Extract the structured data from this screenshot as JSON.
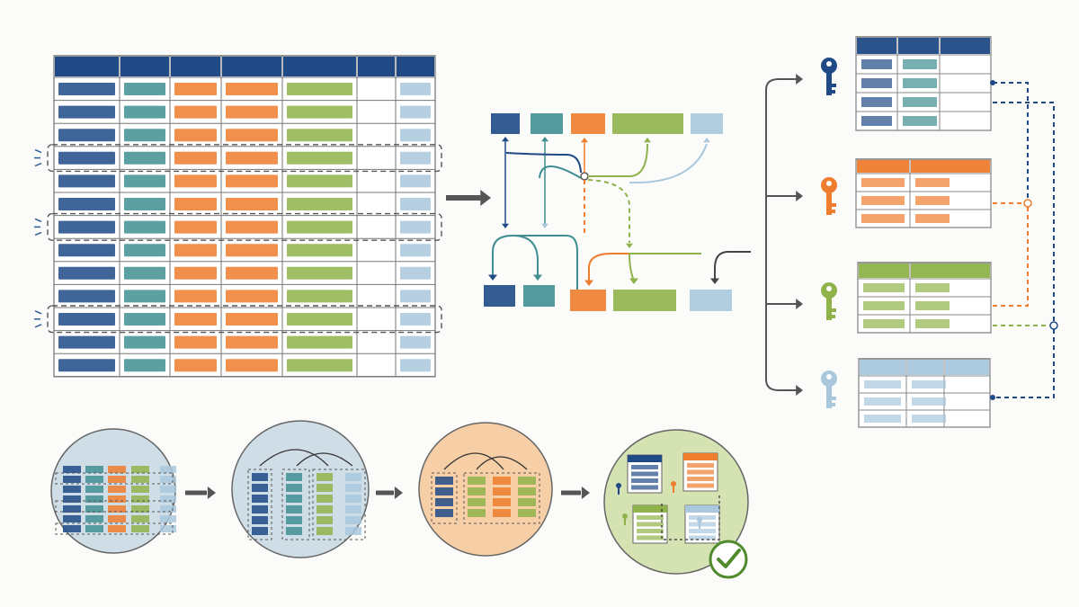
{
  "colors": {
    "navy": "#1f4a86",
    "teal": "#3f8f92",
    "orange": "#ee7d2e",
    "green": "#8fb34a",
    "lightblue": "#a9c8dd",
    "line": "#4a4a4a",
    "paper": "#fbfbf9",
    "circle_blue": "#cfdde6",
    "circle_orange": "#f7cfa6",
    "circle_green": "#d5e3b2",
    "check": "#4f8a2c"
  },
  "wide_table": {
    "header_colors": [
      "navy",
      "navy",
      "navy",
      "navy",
      "navy",
      "navy",
      "navy"
    ],
    "column_fill_colors": [
      "navy",
      "teal",
      "orange",
      "orange",
      "green",
      "none",
      "lightblue"
    ],
    "row_count": 13,
    "highlighted_rows": [
      4,
      7,
      11
    ]
  },
  "dependency_diagram": {
    "attributes_top": [
      "navy",
      "teal",
      "orange",
      "green",
      "lightblue"
    ],
    "attributes_bottom": [
      "navy",
      "teal",
      "orange",
      "green",
      "lightblue"
    ]
  },
  "key_tables": [
    {
      "key_icon": "key-icon",
      "color": "navy",
      "rows": 4
    },
    {
      "key_icon": "key-icon",
      "color": "orange",
      "rows": 3
    },
    {
      "key_icon": "key-icon",
      "color": "green",
      "rows": 3
    },
    {
      "key_icon": "key-icon",
      "color": "lightblue",
      "rows": 3
    }
  ],
  "process_steps": [
    {
      "stage": "source-table",
      "bg": "circle_blue"
    },
    {
      "stage": "dependency-grouping",
      "bg": "circle_blue"
    },
    {
      "stage": "partial-dependencies",
      "bg": "circle_orange"
    },
    {
      "stage": "normalized-tables",
      "bg": "circle_green",
      "badge": "check-icon"
    }
  ]
}
